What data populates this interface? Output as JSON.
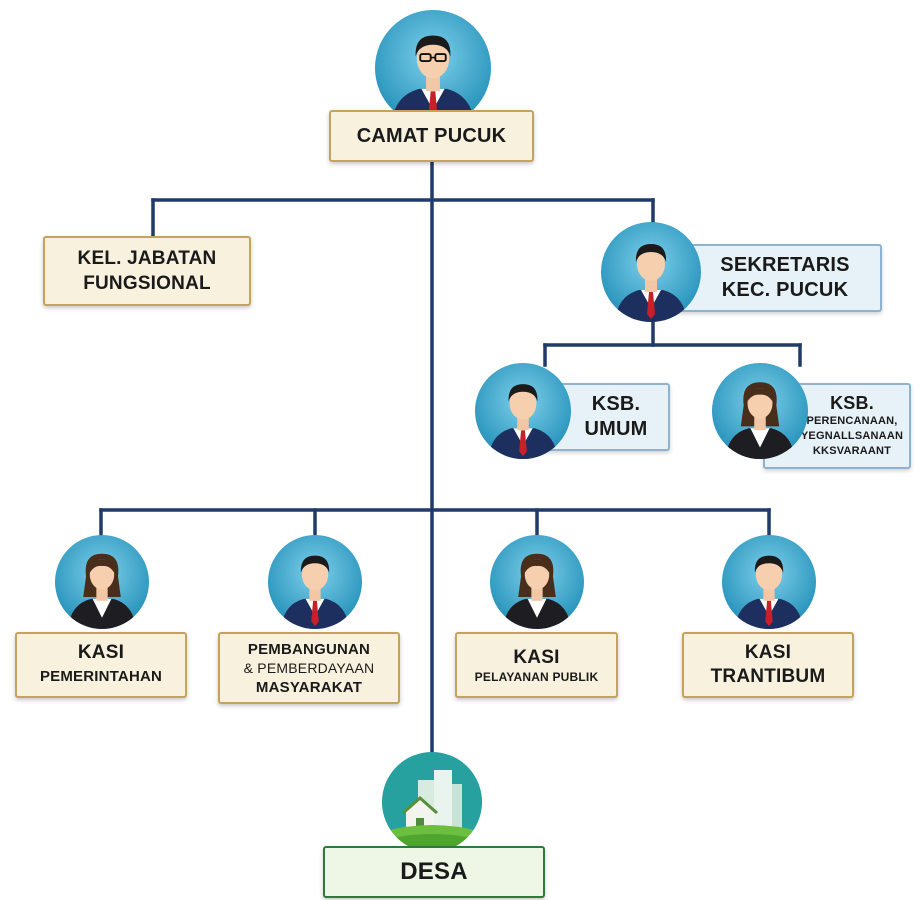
{
  "nodes": {
    "camat": {
      "title": "CAMAT PUCUK"
    },
    "fungsional": {
      "line1": "KEL. JABATAN",
      "line2": "FUNGSIONAL"
    },
    "sekretaris": {
      "line1": "SEKRETARIS",
      "line2": "KEC. PUCUK"
    },
    "ksb_umum": {
      "line1": "KSB.",
      "line2": "UMUM"
    },
    "ksb_perencanaan": {
      "line1": "KSB.",
      "line2": "PERENCANAAN,",
      "line3": "YEGNALLSANAAN",
      "line4": "KKSVARAANT"
    },
    "kasi_pemerintahan": {
      "line1": "KASI",
      "line2": "PEMERINTAHAN"
    },
    "pembangunan": {
      "line1": "PEMBANGUNAN",
      "line2": "& PEMBERDAYAAN",
      "line3": "MASYARAKAT"
    },
    "kasi_pelayanan": {
      "line1": "KASI",
      "line2": "PELAYANAN PUBLIK"
    },
    "kasi_trantibum": {
      "line1": "KASI",
      "line2": "TRANTIBUM"
    },
    "desa": {
      "title": "DESA"
    }
  },
  "icons": {
    "camat": "man-with-glasses-avatar-icon",
    "sekretaris": "man-avatar-icon",
    "ksb_umum": "man-avatar-icon",
    "ksb_perencanaan": "woman-avatar-icon",
    "kasi_pemerintahan": "woman-avatar-icon",
    "pembangunan": "man-avatar-icon",
    "kasi_pelayanan": "woman-avatar-icon",
    "kasi_trantibum": "man-avatar-icon",
    "desa": "village-buildings-icon"
  },
  "colors": {
    "connector": "#1f3a6b",
    "gold_border": "#c5a35c",
    "blue_border": "#8fb3cf",
    "green_border": "#2f7a3a",
    "avatar_bg": "#2fa3c9"
  }
}
